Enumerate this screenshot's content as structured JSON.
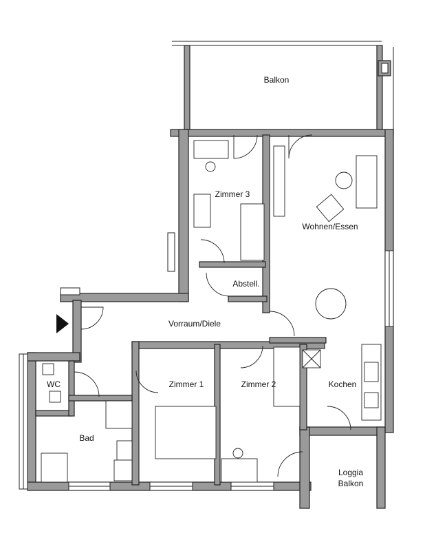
{
  "floor_plan": {
    "rooms": {
      "balkon": "Balkon",
      "zimmer3": "Zimmer 3",
      "wohnen_essen": "Wohnen/Essen",
      "abstell": "Abstell.",
      "vorraum_diele": "Vorraum/Diele",
      "wc": "WC",
      "zimmer1": "Zimmer 1",
      "zimmer2": "Zimmer 2",
      "kochen": "Kochen",
      "bad": "Bad",
      "loggia_line1": "Loggia",
      "loggia_line2": "Balkon"
    }
  }
}
